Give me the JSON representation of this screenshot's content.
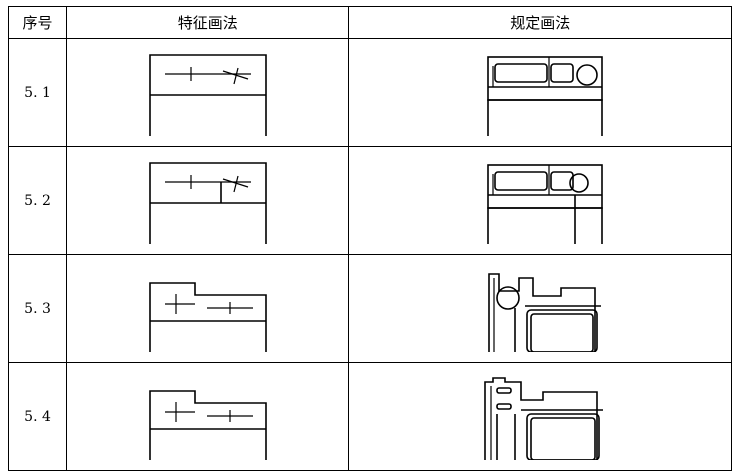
{
  "table": {
    "headers": {
      "number": "序号",
      "feature": "特征画法",
      "regular": "规定画法"
    },
    "rows": [
      {
        "number": "5. 1",
        "feature_icon": "feature-drawing-5-1",
        "regular_icon": "regular-drawing-5-1"
      },
      {
        "number": "5. 2",
        "feature_icon": "feature-drawing-5-2",
        "regular_icon": "regular-drawing-5-2"
      },
      {
        "number": "5. 3",
        "feature_icon": "feature-drawing-5-3",
        "regular_icon": "regular-drawing-5-3"
      },
      {
        "number": "5. 4",
        "feature_icon": "feature-drawing-5-4",
        "regular_icon": "regular-drawing-5-4"
      }
    ]
  }
}
